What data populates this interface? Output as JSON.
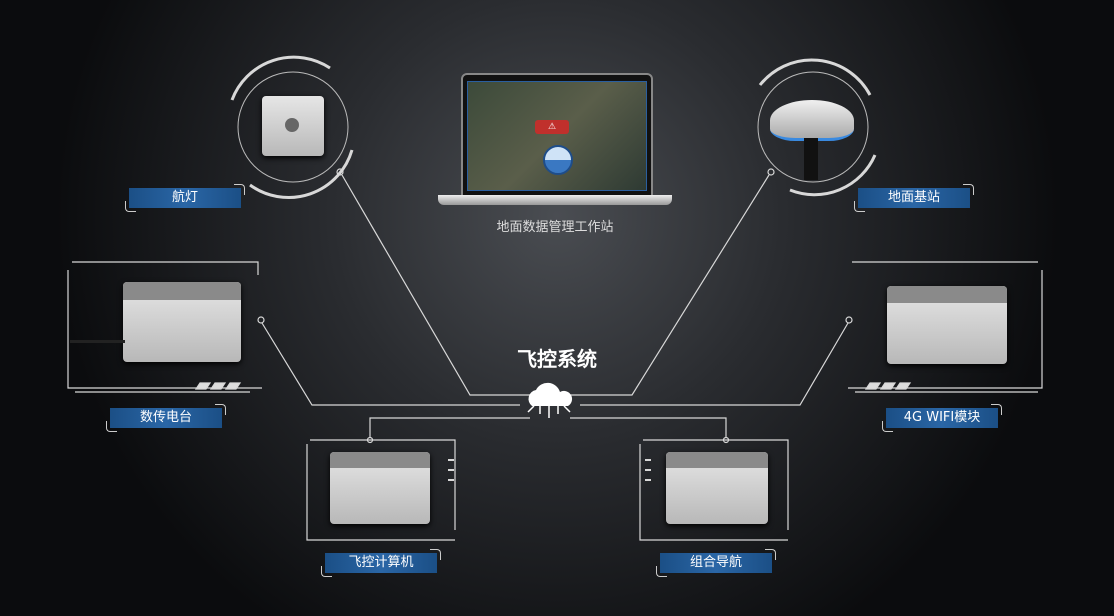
{
  "title": "飞控系统",
  "workstation": {
    "label": "地面数据管理工作站",
    "alert_icon": "warning-icon"
  },
  "nodes": {
    "nav_light": "航灯",
    "ground_station": "地面基站",
    "radio": "数传电台",
    "wifi_4g": "4G WIFI模块",
    "flight_computer": "飞控计算机",
    "integrated_nav": "组合导航"
  },
  "hub_icon": "cloud-network-icon",
  "colors": {
    "label_bg": "#2a66a6",
    "line": "#d8d8d8"
  }
}
